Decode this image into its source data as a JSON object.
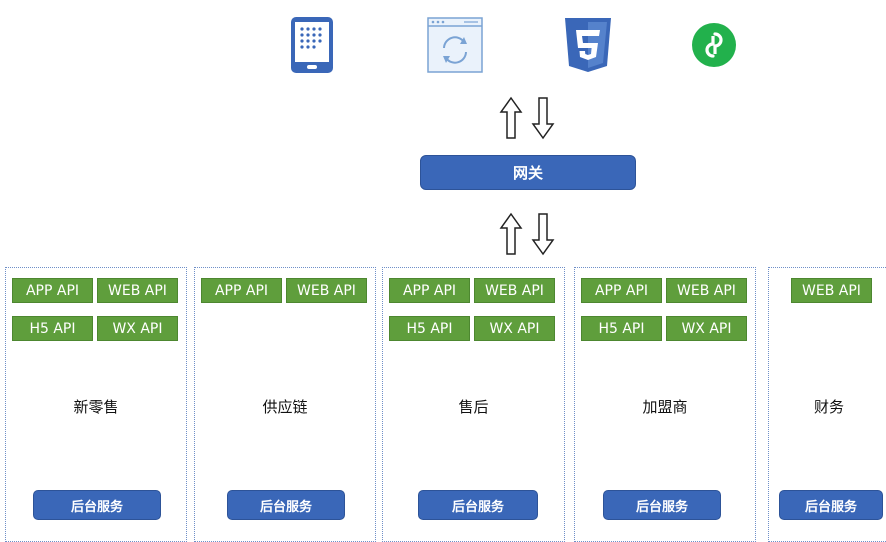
{
  "clients": [
    {
      "icon": "tablet-icon"
    },
    {
      "icon": "browser-refresh-icon"
    },
    {
      "icon": "html5-icon"
    },
    {
      "icon": "mini-program-icon"
    }
  ],
  "gateway": {
    "label": "网关"
  },
  "domains": [
    {
      "name": "新零售",
      "apis": [
        "APP API",
        "WEB API",
        "H5 API",
        "WX API"
      ],
      "service": "后台服务"
    },
    {
      "name": "供应链",
      "apis": [
        "APP API",
        "WEB API"
      ],
      "service": "后台服务"
    },
    {
      "name": "售后",
      "apis": [
        "APP API",
        "WEB API",
        "H5 API",
        "WX API"
      ],
      "service": "后台服务"
    },
    {
      "name": "加盟商",
      "apis": [
        "APP API",
        "WEB API",
        "H5 API",
        "WX API"
      ],
      "service": "后台服务"
    },
    {
      "name": "财务",
      "apis": [
        "WEB API"
      ],
      "service": "后台服务"
    }
  ],
  "colors": {
    "api_green": "#5f9e3c",
    "primary_blue": "#3a67b8"
  }
}
